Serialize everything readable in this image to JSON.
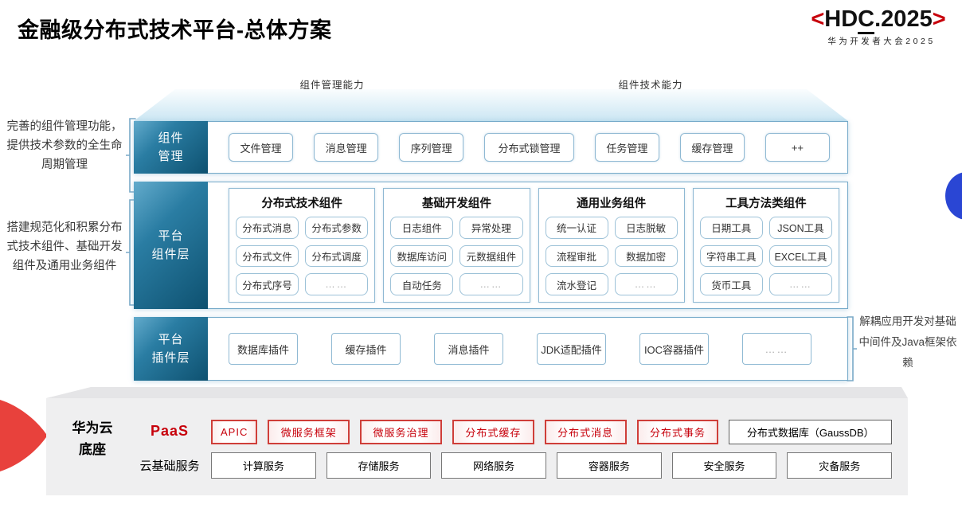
{
  "page": {
    "title": "金融级分布式技术平台-总体方案"
  },
  "logo": {
    "bracket_left": "<",
    "hd": "HD",
    "c": "C",
    "rest": ".2025",
    "bracket_right": ">",
    "subtitle": "华为开发者大会2025"
  },
  "arrows": [
    {
      "label": "组件管理能力"
    },
    {
      "label": "组件技术能力"
    }
  ],
  "left_notes": [
    {
      "text": "完善的组件管理功能，提供技术参数的全生命周期管理"
    },
    {
      "text": "搭建规范化和积累分布式技术组件、基础开发组件及通用业务组件"
    }
  ],
  "right_note": {
    "text": "解耦应用开发对基础中间件及Java框架依赖"
  },
  "rows": {
    "management": {
      "label_line1": "组件",
      "label_line2": "管理",
      "items": [
        "文件管理",
        "消息管理",
        "序列管理",
        "分布式锁管理",
        "任务管理",
        "缓存管理",
        "++"
      ]
    },
    "components": {
      "label_line1": "平台",
      "label_line2": "组件层",
      "groups": [
        {
          "title": "分布式技术组件",
          "items": [
            "分布式消息",
            "分布式参数",
            "分布式文件",
            "分布式调度",
            "分布式序号",
            "……"
          ]
        },
        {
          "title": "基础开发组件",
          "items": [
            "日志组件",
            "异常处理",
            "数据库访问",
            "元数据组件",
            "自动任务",
            "……"
          ]
        },
        {
          "title": "通用业务组件",
          "items": [
            "统一认证",
            "日志脱敏",
            "流程审批",
            "数据加密",
            "流水登记",
            "……"
          ]
        },
        {
          "title": "工具方法类组件",
          "items": [
            "日期工具",
            "JSON工具",
            "字符串工具",
            "EXCEL工具",
            "货币工具",
            "……"
          ]
        }
      ]
    },
    "plugins": {
      "label_line1": "平台",
      "label_line2": "插件层",
      "items": [
        "数据库插件",
        "缓存插件",
        "消息插件",
        "JDK适配插件",
        "IOC容器插件",
        "……"
      ]
    }
  },
  "cloud": {
    "label_line1": "华为云",
    "label_line2": "底座",
    "paas": {
      "label": "PaaS",
      "red_items": [
        "APIC",
        "微服务框架",
        "微服务治理",
        "分布式缓存",
        "分布式消息",
        "分布式事务"
      ],
      "plain_item": "分布式数据库（GaussDB）"
    },
    "iaas": {
      "label": "云基础服务",
      "items": [
        "计算服务",
        "存储服务",
        "网络服务",
        "容器服务",
        "安全服务",
        "灾备服务"
      ]
    }
  },
  "colors": {
    "brand_red": "#c7000b",
    "deep_blue": "#0e5170",
    "arrow_blue": "#126892",
    "border_blue": "#8fb9d3",
    "circle_blue": "#2a46d4",
    "wedge_red": "#e8413c"
  }
}
